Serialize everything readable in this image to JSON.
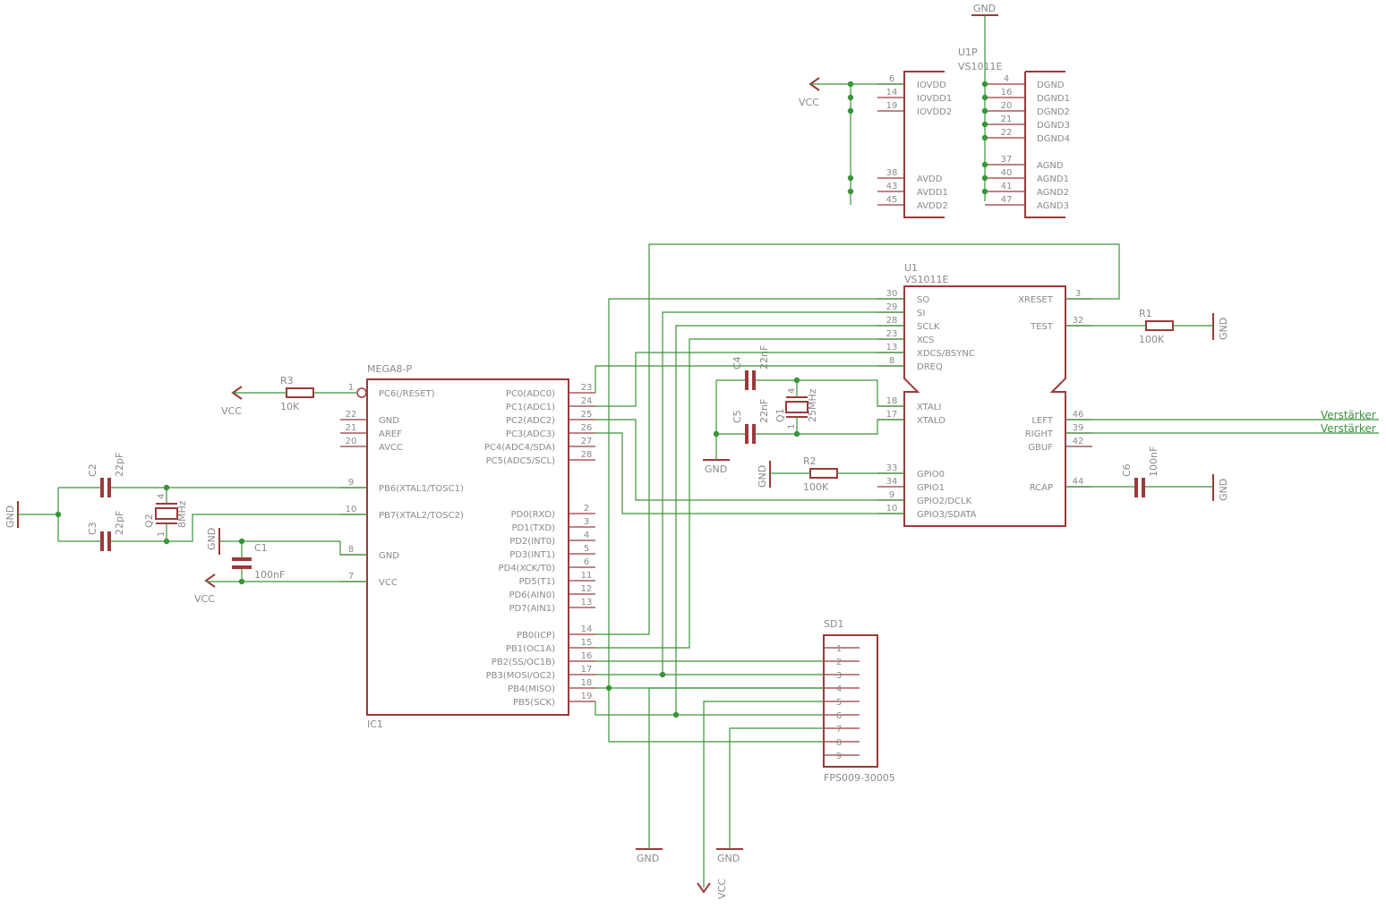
{
  "colors": {
    "body": "#9b3a3a",
    "wire": "#3a943a",
    "text": "#8a8a8a"
  },
  "power": {
    "gnd": "GND",
    "vcc": "VCC"
  },
  "u1p": {
    "ref": "U1P",
    "value": "VS1011E",
    "left_pins": [
      {
        "num": "6",
        "name": "IOVDD"
      },
      {
        "num": "14",
        "name": "IOVDD1"
      },
      {
        "num": "19",
        "name": "IOVDD2"
      },
      {
        "num": "38",
        "name": "AVDD"
      },
      {
        "num": "43",
        "name": "AVDD1"
      },
      {
        "num": "45",
        "name": "AVDD2"
      }
    ],
    "right_pins": [
      {
        "num": "4",
        "name": "DGND"
      },
      {
        "num": "16",
        "name": "DGND1"
      },
      {
        "num": "20",
        "name": "DGND2"
      },
      {
        "num": "21",
        "name": "DGND3"
      },
      {
        "num": "22",
        "name": "DGND4"
      },
      {
        "num": "37",
        "name": "AGND"
      },
      {
        "num": "40",
        "name": "AGND1"
      },
      {
        "num": "41",
        "name": "AGND2"
      },
      {
        "num": "47",
        "name": "AGND3"
      }
    ]
  },
  "u1": {
    "ref": "U1",
    "value": "VS1011E",
    "left_pins": [
      {
        "num": "30",
        "name": "SO"
      },
      {
        "num": "29",
        "name": "SI"
      },
      {
        "num": "28",
        "name": "SCLK"
      },
      {
        "num": "23",
        "name": "XCS"
      },
      {
        "num": "13",
        "name": "XDCS/BSYNC"
      },
      {
        "num": "8",
        "name": "DREQ"
      },
      {
        "num": "18",
        "name": "XTALI"
      },
      {
        "num": "17",
        "name": "XTALO"
      },
      {
        "num": "33",
        "name": "GPIO0"
      },
      {
        "num": "34",
        "name": "GPIO1"
      },
      {
        "num": "9",
        "name": "GPIO2/DCLK"
      },
      {
        "num": "10",
        "name": "GPIO3/SDATA"
      }
    ],
    "right_pins": [
      {
        "num": "3",
        "name": "XRESET"
      },
      {
        "num": "32",
        "name": "TEST"
      },
      {
        "num": "46",
        "name": "LEFT"
      },
      {
        "num": "39",
        "name": "RIGHT"
      },
      {
        "num": "42",
        "name": "GBUF"
      },
      {
        "num": "44",
        "name": "RCAP"
      }
    ]
  },
  "ic1": {
    "ref": "IC1",
    "value": "MEGA8-P",
    "left_pins": [
      {
        "num": "1",
        "name": "PC6(/RESET)"
      },
      {
        "num": "22",
        "name": "GND"
      },
      {
        "num": "21",
        "name": "AREF"
      },
      {
        "num": "20",
        "name": "AVCC"
      },
      {
        "num": "9",
        "name": "PB6(XTAL1/TOSC1)"
      },
      {
        "num": "10",
        "name": "PB7(XTAL2/TOSC2)"
      },
      {
        "num": "8",
        "name": "GND"
      },
      {
        "num": "7",
        "name": "VCC"
      }
    ],
    "right_pins": [
      {
        "num": "23",
        "name": "PC0(ADC0)"
      },
      {
        "num": "24",
        "name": "PC1(ADC1)"
      },
      {
        "num": "25",
        "name": "PC2(ADC2)"
      },
      {
        "num": "26",
        "name": "PC3(ADC3)"
      },
      {
        "num": "27",
        "name": "PC4(ADC4/SDA)"
      },
      {
        "num": "28",
        "name": "PC5(ADC5/SCL)"
      },
      {
        "num": "2",
        "name": "PD0(RXD)"
      },
      {
        "num": "3",
        "name": "PD1(TXD)"
      },
      {
        "num": "4",
        "name": "PD2(INT0)"
      },
      {
        "num": "5",
        "name": "PD3(INT1)"
      },
      {
        "num": "6",
        "name": "PD4(XCK/T0)"
      },
      {
        "num": "11",
        "name": "PD5(T1)"
      },
      {
        "num": "12",
        "name": "PD6(AIN0)"
      },
      {
        "num": "13",
        "name": "PD7(AIN1)"
      },
      {
        "num": "14",
        "name": "PB0(ICP)"
      },
      {
        "num": "15",
        "name": "PB1(OC1A)"
      },
      {
        "num": "16",
        "name": "PB2(SS/OC1B)"
      },
      {
        "num": "17",
        "name": "PB3(MOSI/OC2)"
      },
      {
        "num": "18",
        "name": "PB4(MISO)"
      },
      {
        "num": "19",
        "name": "PB5(SCK)"
      }
    ]
  },
  "sd1": {
    "ref": "SD1",
    "value": "FPS009-30005",
    "pins": [
      "1",
      "2",
      "3",
      "4",
      "5",
      "6",
      "7",
      "8",
      "9"
    ]
  },
  "parts": {
    "r1": {
      "ref": "R1",
      "value": "100K"
    },
    "r2": {
      "ref": "R2",
      "value": "100K"
    },
    "r3": {
      "ref": "R3",
      "value": "10K"
    },
    "c1": {
      "ref": "C1",
      "value": "100nF"
    },
    "c2": {
      "ref": "C2",
      "value": "22pF"
    },
    "c3": {
      "ref": "C3",
      "value": "22pF"
    },
    "c4": {
      "ref": "C4",
      "value": "22nF"
    },
    "c5": {
      "ref": "C5",
      "value": "22nF"
    },
    "c6": {
      "ref": "C6",
      "value": "100nF"
    },
    "q1": {
      "ref": "Q1",
      "value": "25MHz",
      "pin_top": "4",
      "pin_bottom": "1"
    },
    "q2": {
      "ref": "Q2",
      "value": "8MHz",
      "pin_top": "4",
      "pin_bottom": "1"
    }
  },
  "nets": {
    "left_out": "Verstärker",
    "right_out": "Verstärker"
  }
}
